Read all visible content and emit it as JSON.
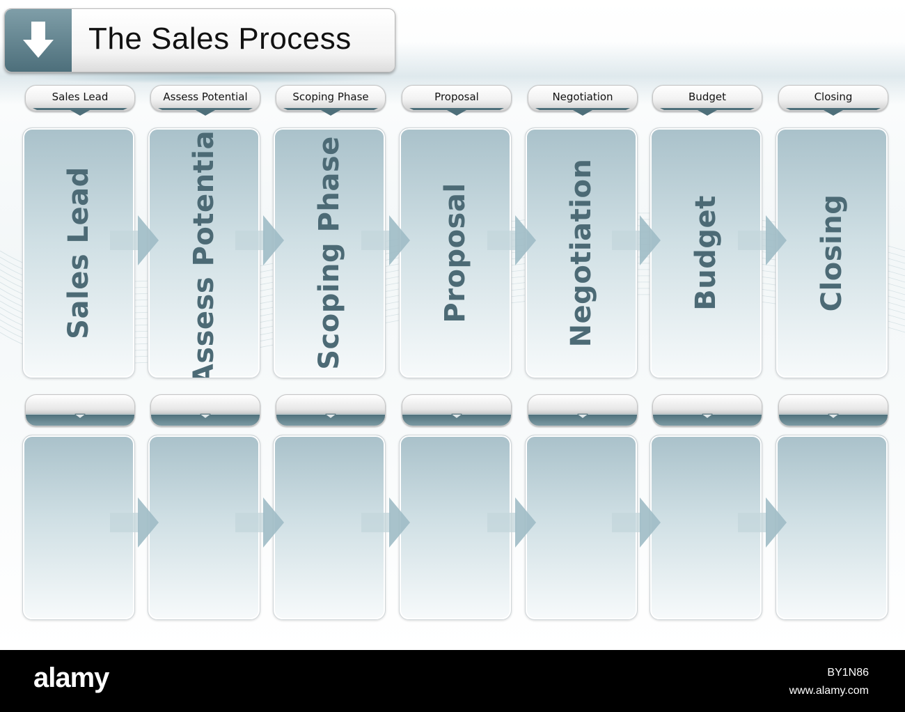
{
  "header": {
    "title": "The Sales Process",
    "icon": "arrow-down-icon"
  },
  "stages": [
    {
      "label": "Sales Lead"
    },
    {
      "label": "Assess Potential"
    },
    {
      "label": "Scoping Phase"
    },
    {
      "label": "Proposal"
    },
    {
      "label": "Negotiation"
    },
    {
      "label": "Budget"
    },
    {
      "label": "Closing"
    }
  ],
  "footer": {
    "logo": "alamy",
    "image_id": "BY1N86",
    "url": "www.alamy.com"
  },
  "colors": {
    "accent": "#4c6a75",
    "panel_top": "#a9c1ca",
    "tab_dark": "#4e6f7a"
  }
}
